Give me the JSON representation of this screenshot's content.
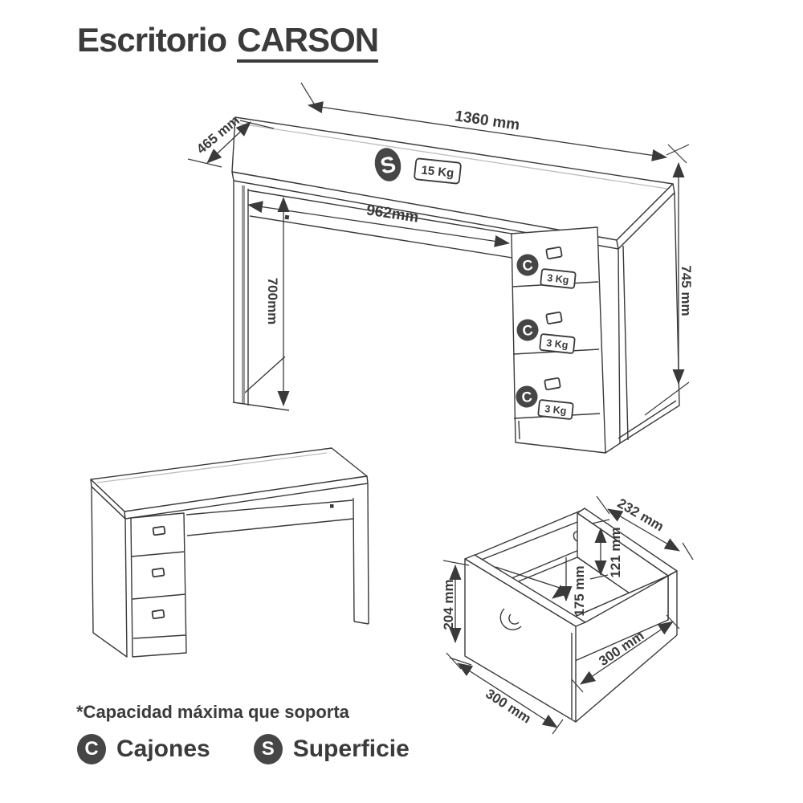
{
  "title": {
    "prefix": "Escritorio",
    "product": "CARSON"
  },
  "colors": {
    "ink": "#3a3a3a",
    "badge": "#464646",
    "shade": "#9c9c9c",
    "paper": "#ffffff"
  },
  "main_view": {
    "width": "1360 mm",
    "depth": "465 mm",
    "opening_width": "962mm",
    "opening_height": "700mm",
    "total_height": "745 mm",
    "surface_badge": {
      "letter": "S",
      "capacity": "15 Kg"
    },
    "drawers": [
      {
        "letter": "C",
        "capacity": "3 Kg"
      },
      {
        "letter": "C",
        "capacity": "3 Kg"
      },
      {
        "letter": "C",
        "capacity": "3 Kg"
      }
    ]
  },
  "drawer_view": {
    "top_depth": "232 mm",
    "inner_height": "121 mm",
    "inner_depth": "175 mm",
    "front_height": "204 mm",
    "front_width": "300 mm",
    "side_depth": "300 mm"
  },
  "footnote": "*Capacidad máxima que soporta",
  "legend": [
    {
      "letter": "C",
      "label": "Cajones"
    },
    {
      "letter": "S",
      "label": "Superficie"
    }
  ]
}
